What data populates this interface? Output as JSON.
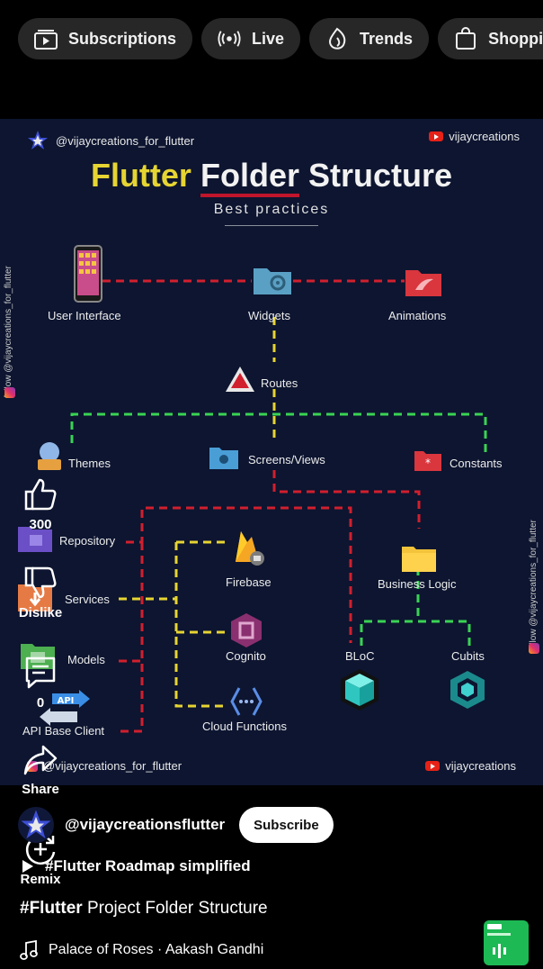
{
  "chips": [
    {
      "label": "Subscriptions",
      "icon": "subscriptions-icon"
    },
    {
      "label": "Live",
      "icon": "live-icon"
    },
    {
      "label": "Trends",
      "icon": "trends-icon"
    },
    {
      "label": "Shopping",
      "icon": "shopping-icon"
    }
  ],
  "poster": {
    "handle": "@vijaycreations_for_flutter",
    "yt_channel": "vijaycreations",
    "title_1": "Flutter",
    "title_2": "Folder",
    "title_3": "Structure",
    "subtitle": "Best practices",
    "side_text": "follow @vijaycreations_for_flutter",
    "nodes": {
      "user_interface": "User Interface",
      "widgets": "Widgets",
      "animations": "Animations",
      "routes": "Routes",
      "themes": "Themes",
      "screens": "Screens/Views",
      "constants": "Constants",
      "repository": "Repository",
      "services": "Services",
      "models": "Models",
      "api_client": "API Base Client",
      "firebase": "Firebase",
      "cognito": "Cognito",
      "cloud_functions": "Cloud Functions",
      "business_logic": "Business Logic",
      "bloc": "BLoC",
      "cubits": "Cubits",
      "api_badge": "API"
    },
    "bottom_handle": "@vijaycreations_for_flutter",
    "bottom_yt": "vijaycreations"
  },
  "actions": {
    "like_count": "300",
    "dislike_label": "Dislike",
    "comment_count": "0",
    "share_label": "Share",
    "remix_label": "Remix",
    "side_text": "follow @vijaycreations_for_flutter"
  },
  "channel": {
    "name": "@vijaycreationsflutter",
    "subscribe_label": "Subscribe"
  },
  "playlist": "#Flutter Roadmap simplified",
  "video_title_tag": "#Flutter",
  "video_title_rest": " Project Folder Structure",
  "music": "Palace of Roses · Aakash Gandhi",
  "colors": {
    "poster_bg": "#0d1530",
    "red_line": "#d11f2e",
    "yellow_line": "#e6d432",
    "green_line": "#39d353",
    "accent_yellow": "#e6d432"
  }
}
